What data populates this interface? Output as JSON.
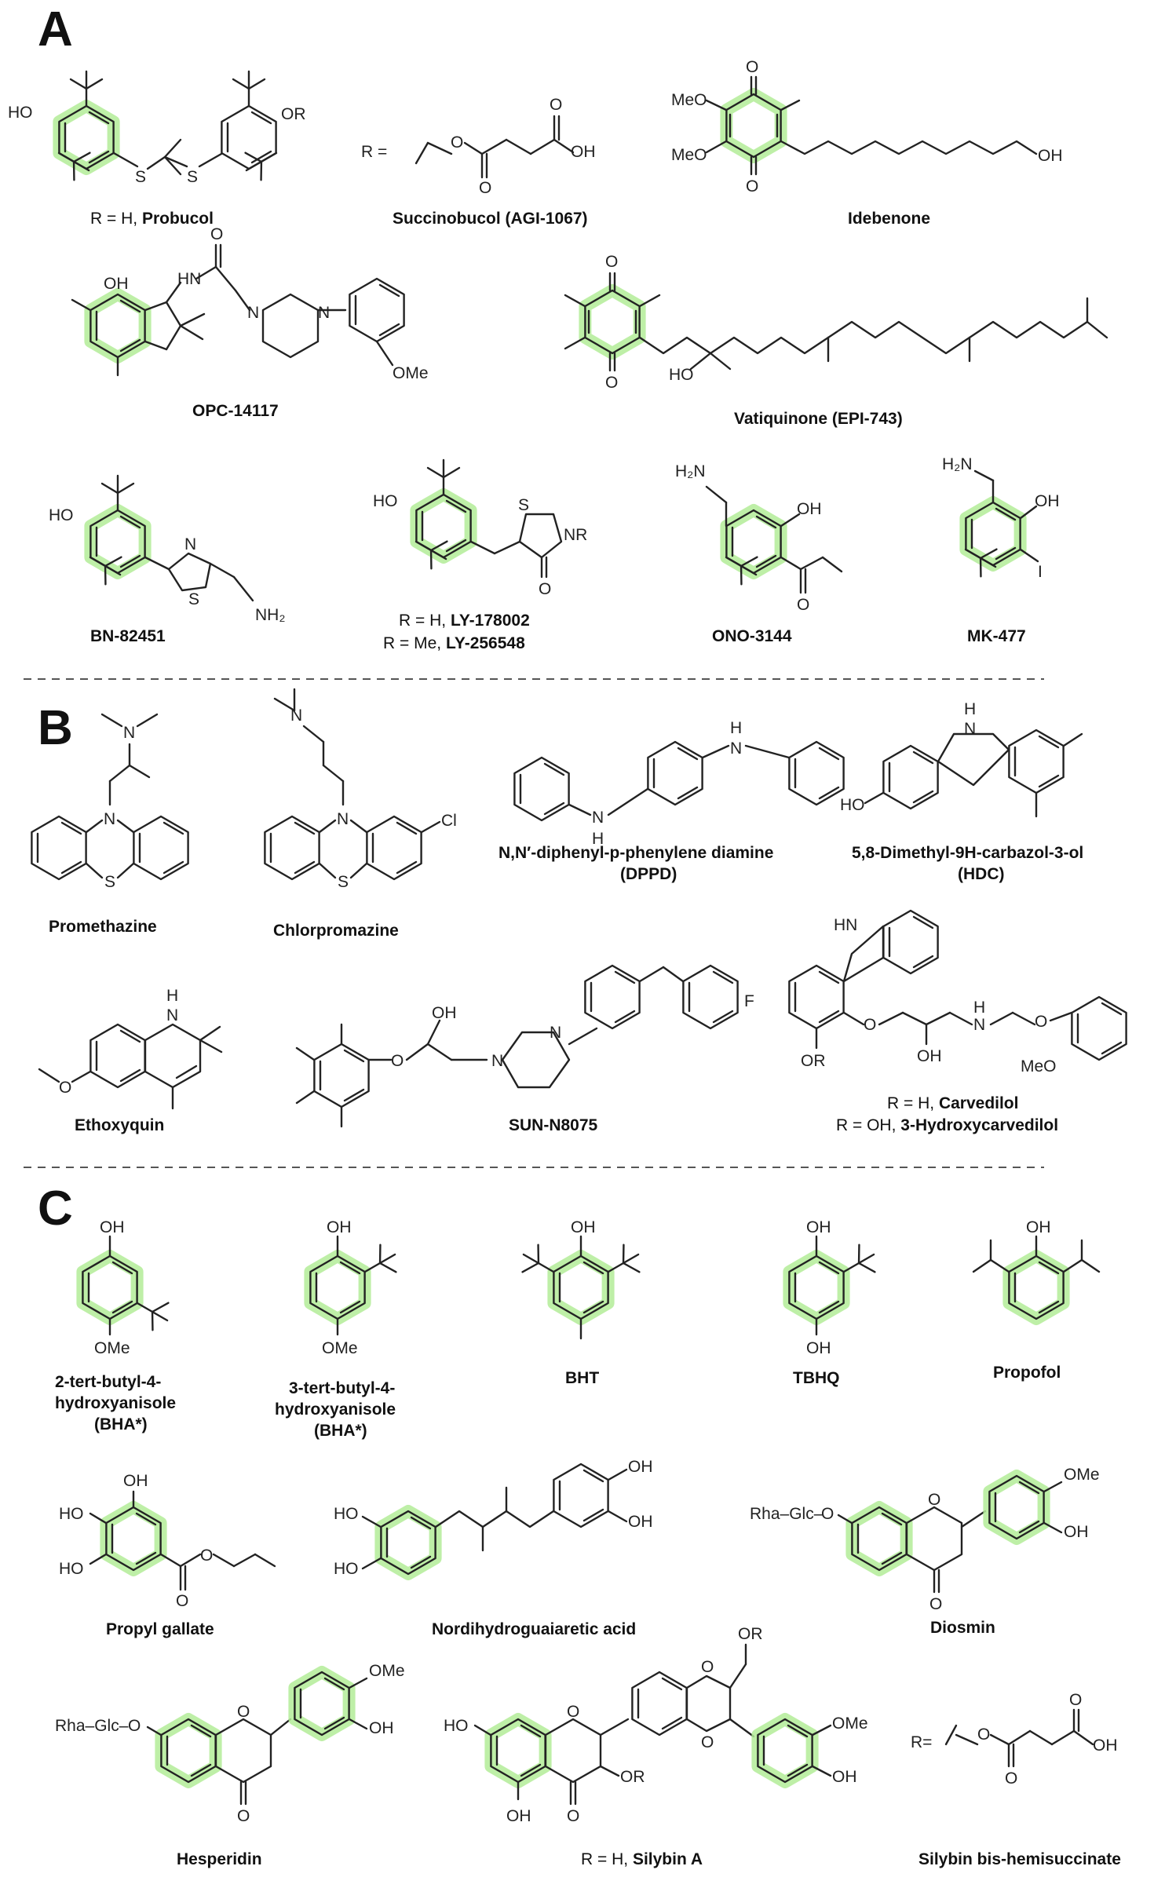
{
  "panels": {
    "A": "A",
    "B": "B",
    "C": "C"
  },
  "atoms": {
    "HO": "HO",
    "OH": "OH",
    "OR": "OR",
    "O": "O",
    "S": "S",
    "N": "N",
    "NH": "NH",
    "HN": "HN",
    "H": "H",
    "NR": "NR",
    "MeO": "MeO",
    "OMe": "OMe",
    "NH2": "NH₂",
    "H2N": "H₂N",
    "I": "I",
    "Cl": "Cl",
    "F": "F",
    "R_eq": "R =",
    "R_eq2": "R=",
    "RhaGlc": "Rha–Glc–"
  },
  "captions": {
    "probucol_prefix": "R = H, ",
    "probucol": "Probucol",
    "succinobucol": "Succinobucol (AGI-1067)",
    "idebenone": "Idebenone",
    "opc": "OPC-14117",
    "vatiquinone": "Vatiquinone (EPI-743)",
    "bn": "BN-82451",
    "ly1_prefix": "R = H, ",
    "ly1": "LY-178002",
    "ly2_prefix": "R = Me, ",
    "ly2": "LY-256548",
    "ono": "ONO-3144",
    "mk": "MK-477",
    "promethazine": "Promethazine",
    "chlorpromazine": "Chlorpromazine",
    "dppd_1": "N,N′-diphenyl-p-phenylene diamine",
    "dppd_2": "(DPPD)",
    "hdc_1": "5,8-Dimethyl-9H-carbazol-3-ol",
    "hdc_2": "(HDC)",
    "ethoxyquin": "Ethoxyquin",
    "sun": "SUN-N8075",
    "carv1_prefix": "R = H, ",
    "carv1": "Carvedilol",
    "carv2_prefix": "R = OH, ",
    "carv2": "3-Hydroxycarvedilol",
    "bha2_1": "2-tert-butyl-4-",
    "bha2_2": "hydroxyanisole",
    "bha2_3": "(BHA*)",
    "bha3_1": "3-tert-butyl-4-",
    "bha3_2": "hydroxyanisole",
    "bha3_3": "(BHA*)",
    "bht": "BHT",
    "tbhq": "TBHQ",
    "propofol": "Propofol",
    "propyl_gallate": "Propyl gallate",
    "ndga": "Nordihydroguaiaretic acid",
    "diosmin": "Diosmin",
    "hesperidin": "Hesperidin",
    "silybin_prefix": "R = H, ",
    "silybin": "Silybin A",
    "silybin_bis": "Silybin bis-hemisuccinate"
  },
  "colors": {
    "highlight": "#b3ec98",
    "ink": "#222222"
  }
}
